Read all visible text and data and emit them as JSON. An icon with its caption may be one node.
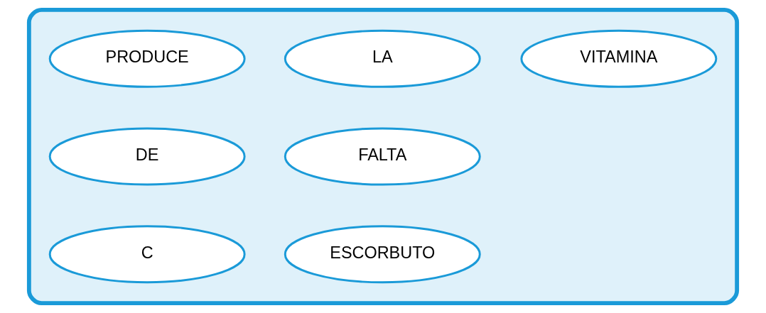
{
  "diagram": {
    "nodes": [
      {
        "text": [],
        "shape": "box"
      },
      {
        "text": [
          "PRODUCE"
        ],
        "in": 0
      },
      {
        "text": [
          "DE"
        ],
        "in": 0
      },
      {
        "text": [
          "C"
        ],
        "in": 0
      },
      {
        "text": [
          "LA"
        ],
        "in": 0
      },
      {
        "text": [
          "FALTA"
        ],
        "in": 0
      },
      {
        "text": [
          "ESCORBUTO"
        ],
        "in": 0
      },
      {
        "text": [
          "VITAMINA"
        ],
        "in": 0
      }
    ],
    "edges": []
  }
}
